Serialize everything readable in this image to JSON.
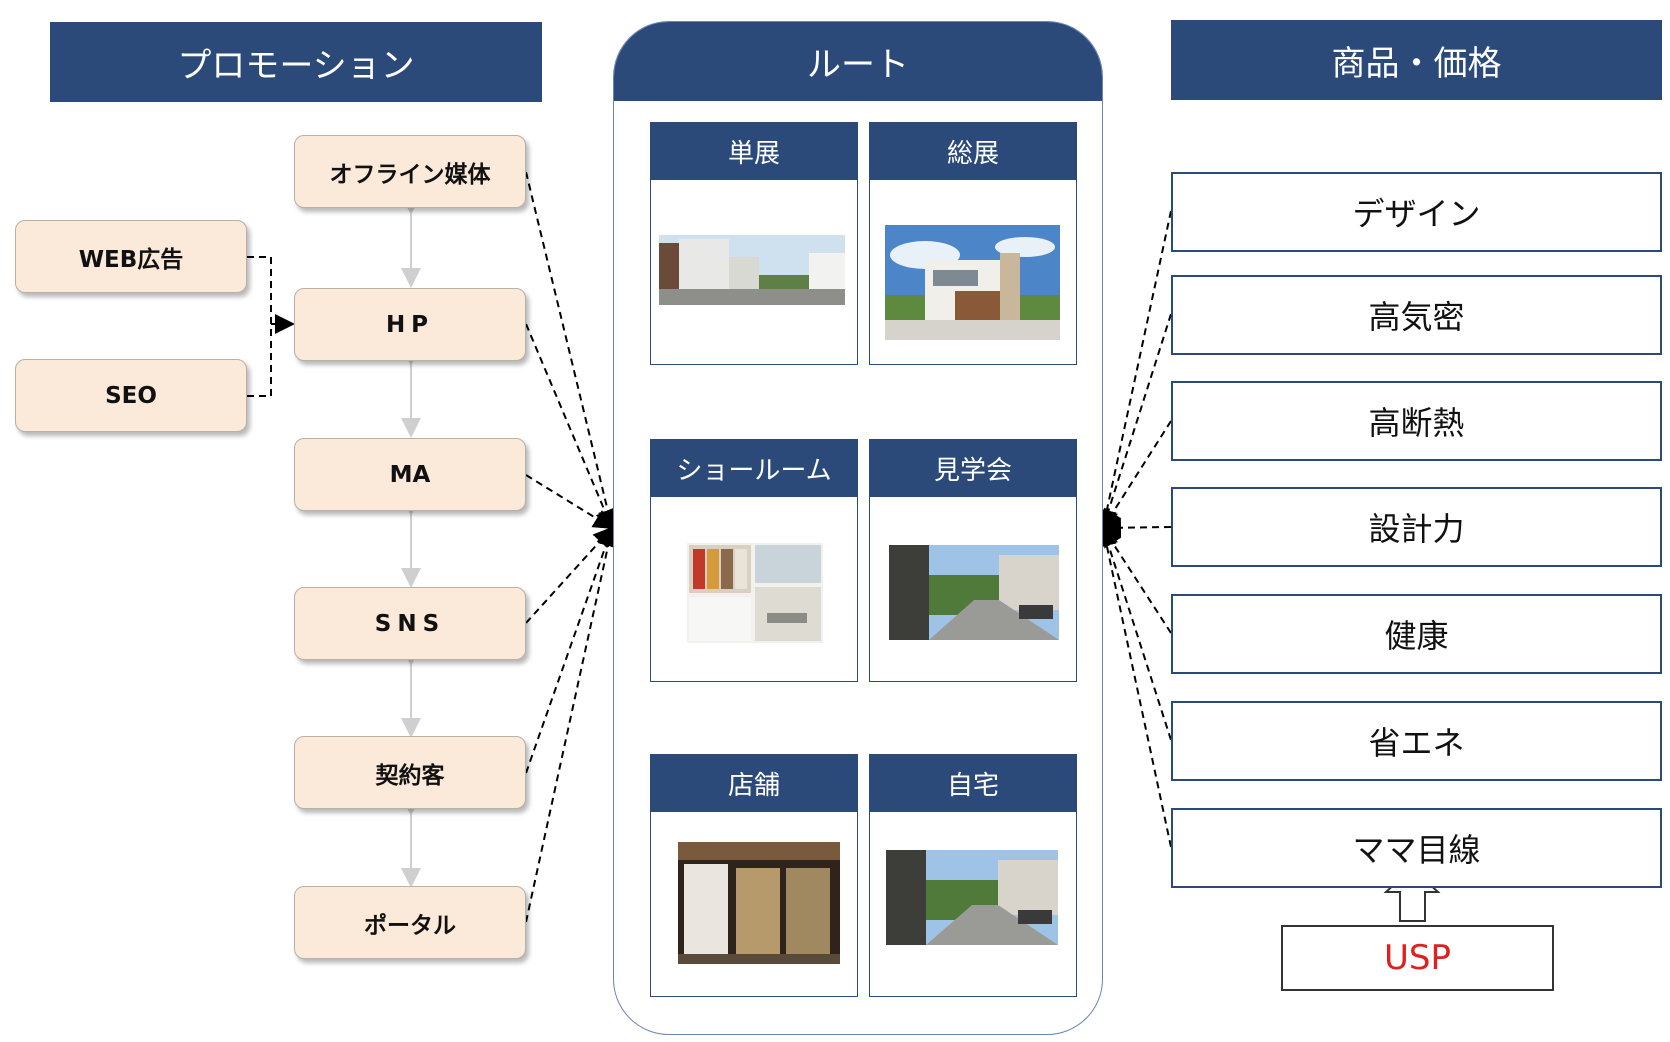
{
  "headers": {
    "promotion": "プロモーション",
    "route": "ルート",
    "product": "商品・価格"
  },
  "promotion": {
    "sources": [
      "WEB広告",
      "SEO"
    ],
    "chain": [
      "オフライン媒体",
      "HP",
      "MA",
      "SNS",
      "契約客",
      "ポータル"
    ]
  },
  "routes": [
    {
      "label": "単展"
    },
    {
      "label": "総展"
    },
    {
      "label": "ショールーム"
    },
    {
      "label": "見学会"
    },
    {
      "label": "店舗"
    },
    {
      "label": "自宅"
    }
  ],
  "features": [
    "デザイン",
    "高気密",
    "高断熱",
    "設計力",
    "健康",
    "省エネ",
    "ママ目線"
  ],
  "usp": "USP",
  "colors": {
    "navy": "#2b4a7a",
    "promo_fill": "#fbe9da",
    "usp_text": "#e02020"
  }
}
